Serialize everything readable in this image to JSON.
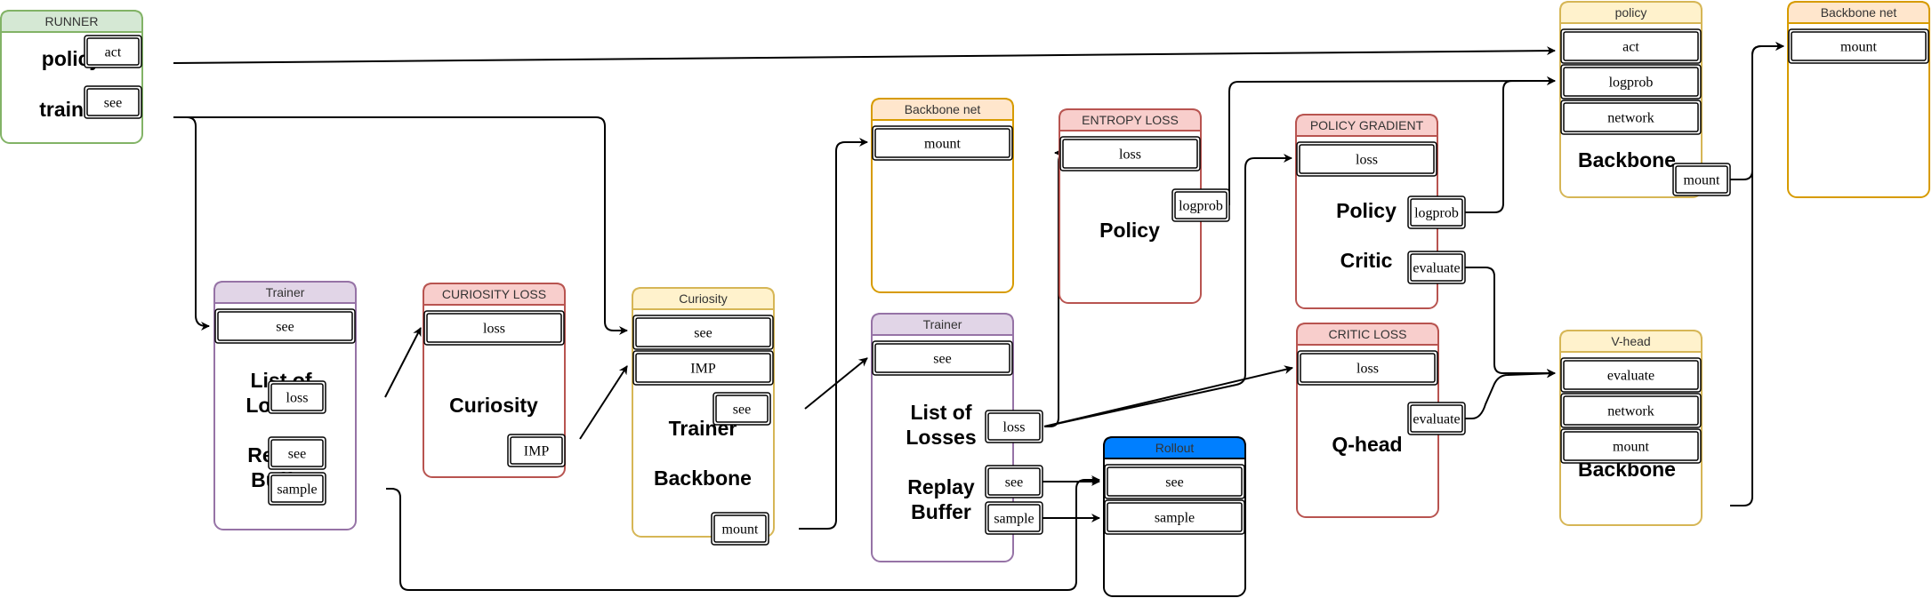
{
  "colors": {
    "green": {
      "fill": "#d5e8d4",
      "stroke": "#82b366"
    },
    "purple": {
      "fill": "#e1d5e7",
      "stroke": "#9673a6"
    },
    "red": {
      "fill": "#f8cecc",
      "stroke": "#b85450"
    },
    "yellow": {
      "fill": "#fff2cc",
      "stroke": "#d6b656"
    },
    "orange": {
      "fill": "#ffe6cc",
      "stroke": "#d79b00"
    },
    "blue": {
      "fill": "#007fff",
      "stroke": "#000000",
      "title": "#ffffff"
    }
  },
  "boxes": [
    {
      "id": "runner",
      "title": "RUNNER",
      "color": "green",
      "labels": [
        "policy",
        "trainer"
      ],
      "slots": [
        "act",
        "see"
      ]
    },
    {
      "id": "trainer1",
      "title": "Trainer",
      "color": "purple",
      "labels": [
        "List of",
        "Losses",
        "Replay",
        "Buffer"
      ],
      "slots": [
        "see",
        "loss",
        "see",
        "sample"
      ]
    },
    {
      "id": "curiosity-loss",
      "title": "CURIOSITY LOSS",
      "color": "red",
      "labels": [
        "Curiosity"
      ],
      "slots": [
        "loss",
        "IMP"
      ]
    },
    {
      "id": "curiosity",
      "title": "Curiosity",
      "color": "yellow",
      "labels": [
        "Trainer",
        "Backbone"
      ],
      "slots": [
        "see",
        "IMP",
        "see",
        "mount"
      ]
    },
    {
      "id": "backbone-net1",
      "title": "Backbone net",
      "color": "orange",
      "labels": [],
      "slots": [
        "mount"
      ]
    },
    {
      "id": "trainer2",
      "title": "Trainer",
      "color": "purple",
      "labels": [
        "List of",
        "Losses",
        "Replay",
        "Buffer"
      ],
      "slots": [
        "see",
        "loss",
        "see",
        "sample"
      ]
    },
    {
      "id": "rollout",
      "title": "Rollout",
      "color": "blue",
      "labels": [],
      "slots": [
        "see",
        "sample"
      ]
    },
    {
      "id": "entropy-loss",
      "title": "ENTROPY LOSS",
      "color": "red",
      "labels": [
        "Policy"
      ],
      "slots": [
        "loss",
        "logprob"
      ]
    },
    {
      "id": "policy-gradient",
      "title": "POLICY GRADIENT",
      "color": "red",
      "labels": [
        "Policy",
        "Critic"
      ],
      "slots": [
        "loss",
        "logprob",
        "evaluate"
      ]
    },
    {
      "id": "critic-loss",
      "title": "CRITIC LOSS",
      "color": "red",
      "labels": [
        "Q-head"
      ],
      "slots": [
        "loss",
        "evaluate"
      ]
    },
    {
      "id": "policy",
      "title": "policy",
      "color": "yellow",
      "labels": [
        "Backbone"
      ],
      "slots": [
        "act",
        "logprob",
        "network",
        "mount"
      ]
    },
    {
      "id": "v-head",
      "title": "V-head",
      "color": "yellow",
      "labels": [
        "Backbone"
      ],
      "slots": [
        "evaluate",
        "network",
        "mount"
      ]
    },
    {
      "id": "backbone-net2",
      "title": "Backbone net",
      "color": "orange",
      "labels": [],
      "slots": [
        "mount"
      ]
    }
  ],
  "edges": [
    [
      "runner.act",
      "policy.act"
    ],
    [
      "runner.see",
      "trainer1.see"
    ],
    [
      "runner.see",
      "curiosity.see"
    ],
    [
      "trainer1.loss",
      "curiosity-loss.loss"
    ],
    [
      "curiosity-loss.IMP",
      "curiosity.IMP"
    ],
    [
      "trainer1.sample",
      "rollout.see"
    ],
    [
      "curiosity.see",
      "trainer2.see"
    ],
    [
      "curiosity.mount",
      "backbone-net1.mount"
    ],
    [
      "trainer2.loss",
      "entropy-loss.loss"
    ],
    [
      "trainer2.loss",
      "policy-gradient.loss"
    ],
    [
      "trainer2.loss",
      "critic-loss.loss"
    ],
    [
      "trainer2.see",
      "rollout.see"
    ],
    [
      "trainer2.sample",
      "rollout.sample"
    ],
    [
      "entropy-loss.logprob",
      "policy.logprob"
    ],
    [
      "policy-gradient.logprob",
      "policy.logprob"
    ],
    [
      "policy-gradient.evaluate",
      "v-head.evaluate"
    ],
    [
      "critic-loss.evaluate",
      "v-head.evaluate"
    ],
    [
      "policy.mount",
      "backbone-net2.mount"
    ],
    [
      "v-head.mount",
      "backbone-net2.mount"
    ]
  ]
}
